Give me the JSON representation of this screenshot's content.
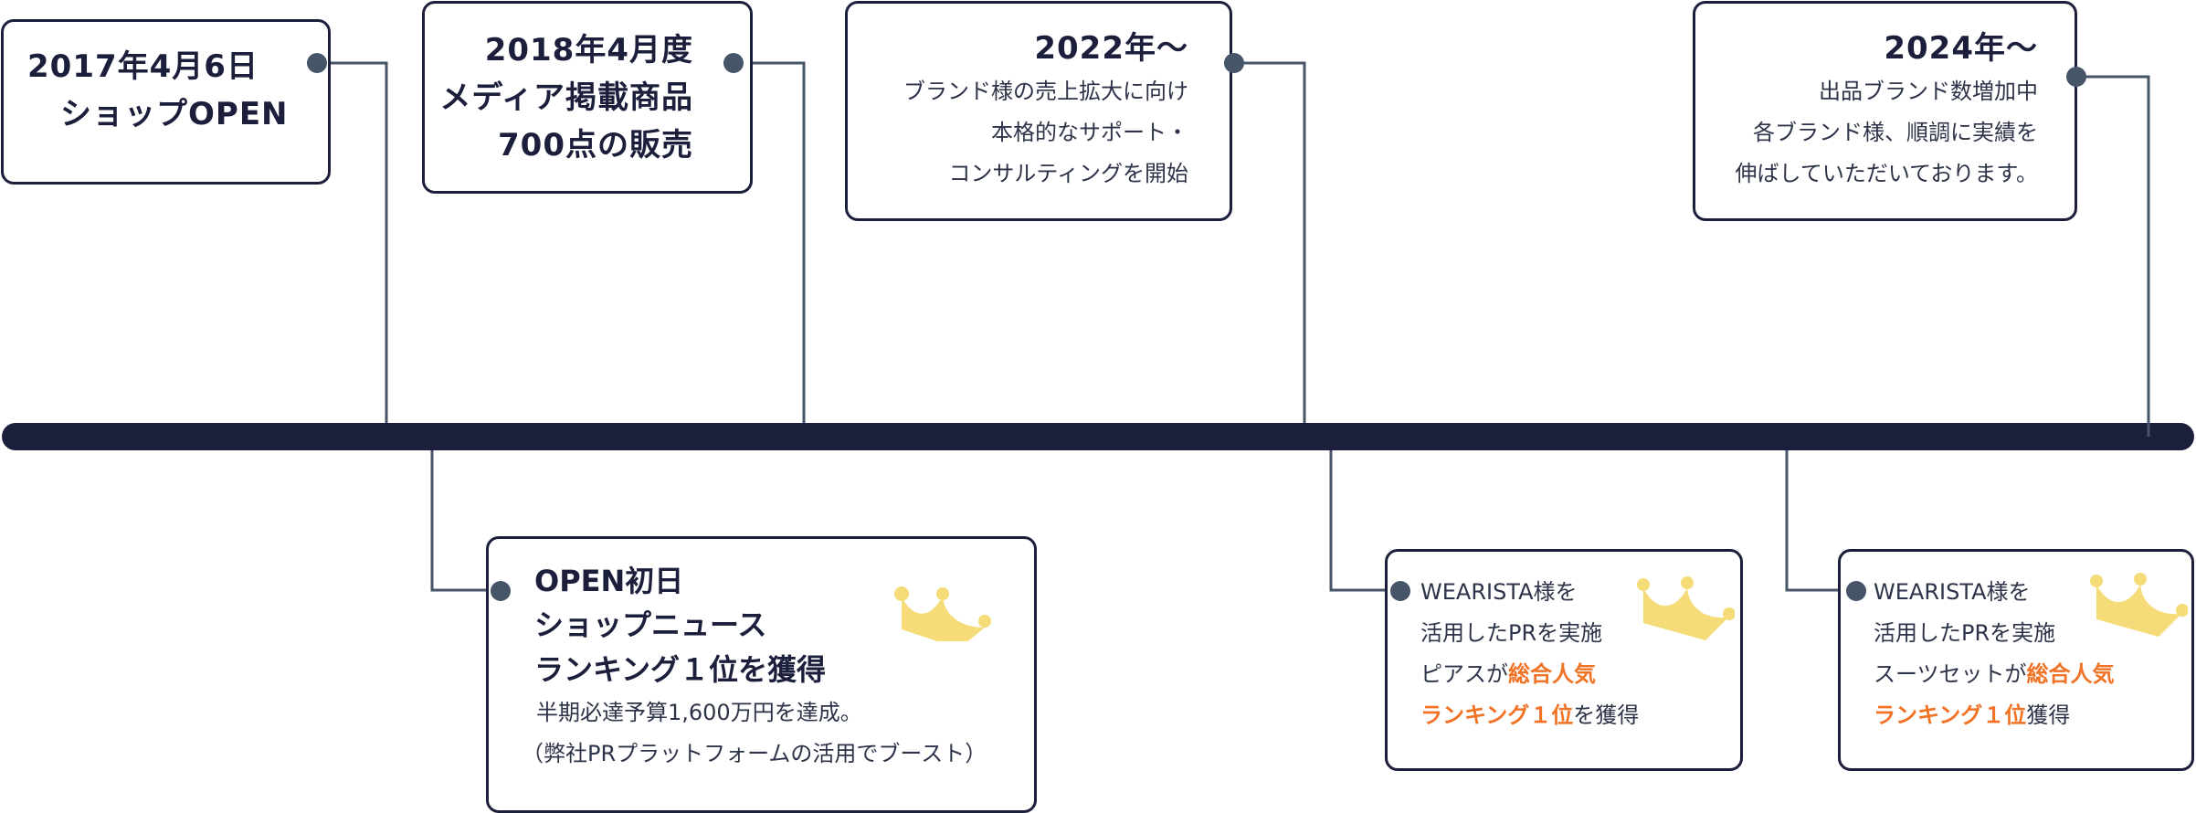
{
  "colors": {
    "navy": "#1b1f3b",
    "connector": "#475569",
    "accent_orange": "#f07326",
    "crown_yellow": "#f5dc78"
  },
  "top_events": [
    {
      "title_lines": [
        "2017年4月6日",
        "ショップOPEN"
      ]
    },
    {
      "title_lines": [
        "2018年4月度",
        "メディア掲載商品",
        "700点の販売"
      ]
    },
    {
      "title": "2022年〜",
      "body_lines": [
        "ブランド様の売上拡大に向け",
        "本格的なサポート・",
        "コンサルティングを開始"
      ]
    },
    {
      "title": "2024年〜",
      "body_lines": [
        "出品ブランド数増加中",
        "各ブランド様、順調に実績を",
        "伸ばしていただいております。"
      ]
    }
  ],
  "bottom_events": [
    {
      "title_lines": [
        "OPEN初日",
        "ショップニュース",
        "ランキング１位を獲得"
      ],
      "body_lines": [
        "半期必達予算1,600万円を達成。",
        "（弊社PRプラットフォームの活用でブースト）"
      ],
      "icon": "crown-icon"
    },
    {
      "line1": "WEARISTA様を",
      "line2": "活用したPRを実施",
      "line3_plain": "ピアスが",
      "line3_highlight": "総合人気",
      "line4_highlight": "ランキング１位",
      "line4_plain": "を獲得",
      "icon": "crown-icon"
    },
    {
      "line1": "WEARISTA様を",
      "line2": "活用したPRを実施",
      "line3_plain": "スーツセットが",
      "line3_highlight": "総合人気",
      "line4_highlight": "ランキング１位",
      "line4_plain": "獲得",
      "icon": "crown-icon"
    }
  ]
}
